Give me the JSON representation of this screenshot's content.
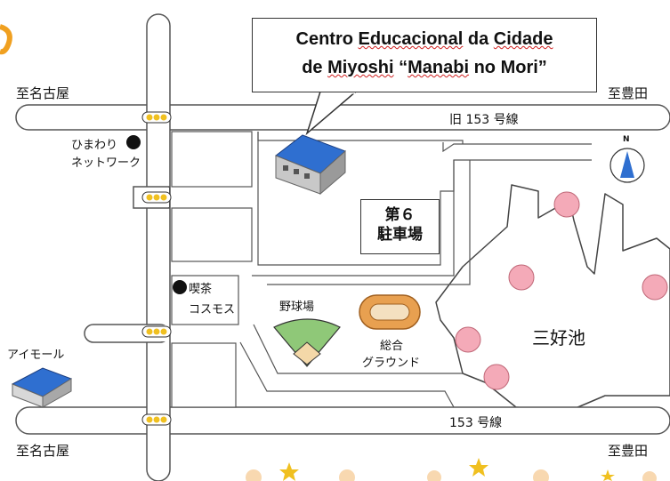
{
  "title": {
    "line1_prefix": "Centro ",
    "line1_word": "Educacional",
    "line1_suffix": " da ",
    "line1_city": "Cidade",
    "line2_prefix": "de ",
    "line2_city": "Miyoshi",
    "line2_suffix": " “",
    "line2_place": "Manabi",
    "line2_end": " no Mori”"
  },
  "directions": {
    "nagoya_top": "至名古屋",
    "toyota_top": "至豊田",
    "nagoya_bottom": "至名古屋",
    "toyota_bottom": "至豊田"
  },
  "roads": {
    "old_153": "旧 153 号線",
    "route_153": "153 号線"
  },
  "places": {
    "himawari_line1": "ひまわり",
    "himawari_line2": "ネットワーク",
    "cafe_line1": "喫茶",
    "cafe_line2": "コスモス",
    "imall": "アイモール",
    "baseball": "野球場",
    "ground_line1": "総合",
    "ground_line2": "グラウンド",
    "pond": "三好池",
    "parking_line1": "第６",
    "parking_line2": "駐車場"
  },
  "compass": {
    "north": "N"
  },
  "colors": {
    "road_fill": "#ffffff",
    "road_stroke": "#555555",
    "traffic_light": "#f0c020",
    "building_blue": "#2f6fd0",
    "track_orange": "#e8a050",
    "field_green": "#8fc878",
    "blossom_pink": "#f4aab8",
    "accent_orange": "#f0a020"
  }
}
